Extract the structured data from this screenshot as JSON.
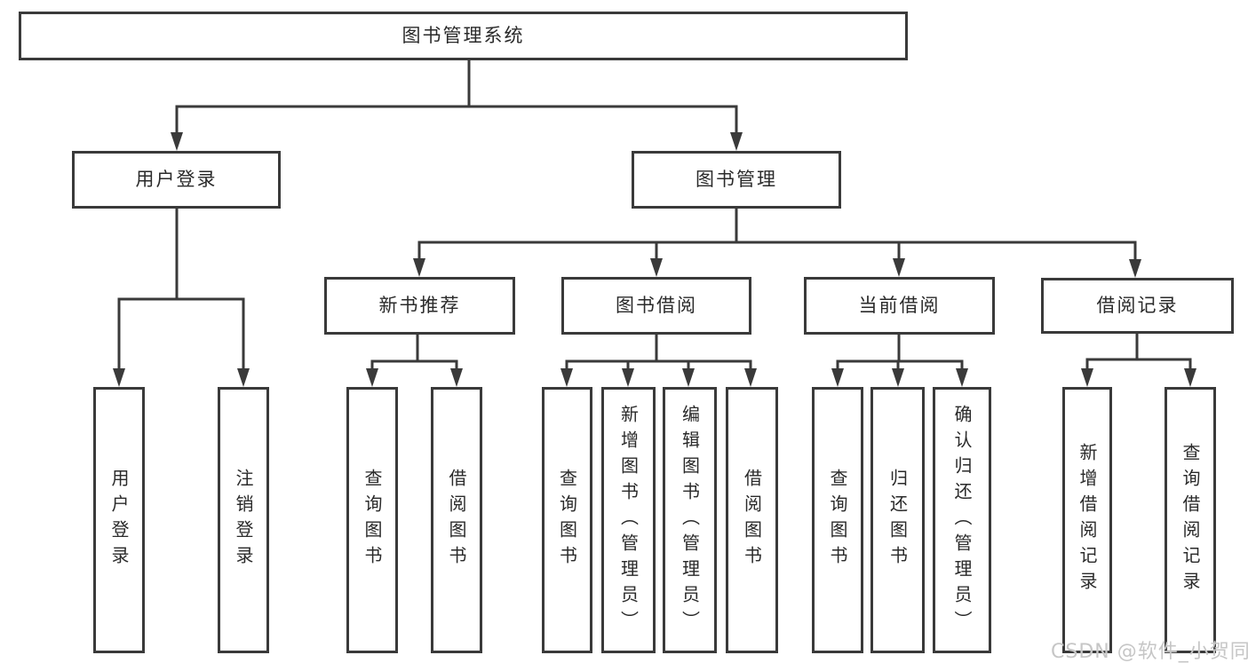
{
  "tree": {
    "label": "图书管理系统",
    "children": [
      {
        "label": "用户登录",
        "children": [
          {
            "label": "用户登录"
          },
          {
            "label": "注销登录"
          }
        ]
      },
      {
        "label": "图书管理",
        "children": [
          {
            "label": "新书推荐",
            "children": [
              {
                "label": "查询图书"
              },
              {
                "label": "借阅图书"
              }
            ]
          },
          {
            "label": "图书借阅",
            "children": [
              {
                "label": "查询图书"
              },
              {
                "label": "新增图书（管理员）"
              },
              {
                "label": "编辑图书（管理员）"
              },
              {
                "label": "借阅图书"
              }
            ]
          },
          {
            "label": "当前借阅",
            "children": [
              {
                "label": "查询图书"
              },
              {
                "label": "归还图书"
              },
              {
                "label": "确认归还（管理员）"
              }
            ]
          },
          {
            "label": "借阅记录",
            "children": [
              {
                "label": "新增借阅记录"
              },
              {
                "label": "查询借阅记录"
              }
            ]
          }
        ]
      }
    ]
  },
  "watermark": {
    "text": "CSDN @软件_小贺同学"
  },
  "colors": {
    "line": "#3a3a3a",
    "box_border": "#3a3a3a",
    "box_fill": "#ffffff",
    "text": "#2a2a2a",
    "watermark": "#c6c6c6",
    "background": "#ffffff"
  }
}
